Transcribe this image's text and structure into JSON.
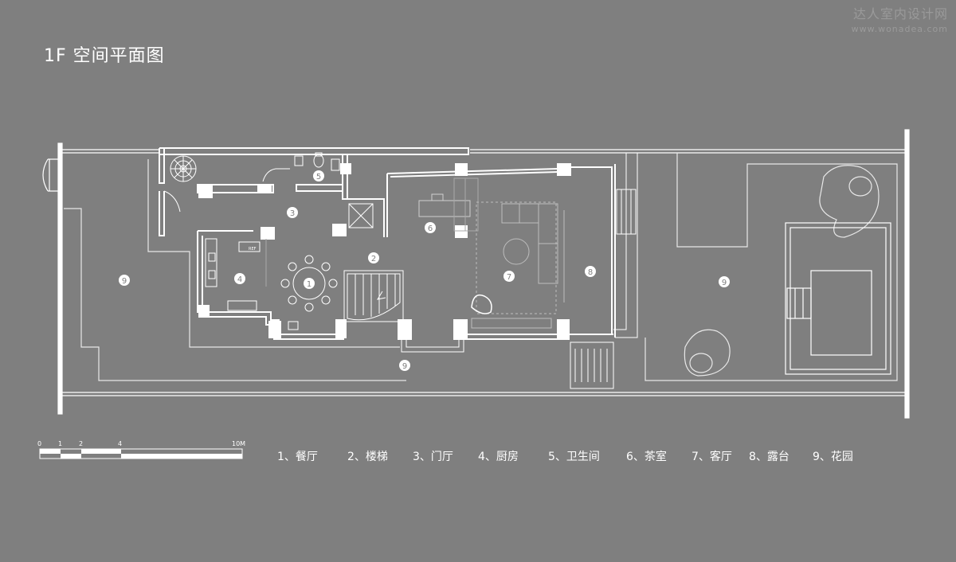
{
  "title": "1F 空间平面图",
  "watermark": {
    "name": "达人室内设计网",
    "url": "www.wonadea.com"
  },
  "colors": {
    "background": "#7f7f7f",
    "line": "#ffffff",
    "faint_line": "#a8a8a8"
  },
  "room_markers": [
    "1",
    "2",
    "3",
    "4",
    "5",
    "6",
    "7",
    "8",
    "9",
    "9",
    "9"
  ],
  "fridge_label": "REF",
  "scale": {
    "ticks": [
      "0",
      "1",
      "2",
      "4",
      "10M"
    ]
  },
  "legend": [
    "1、餐厅",
    "2、楼梯",
    "3、门厅",
    "4、厨房",
    "5、卫生间",
    "6、茶室",
    "7、客厅",
    "8、露台",
    "9、花园"
  ]
}
